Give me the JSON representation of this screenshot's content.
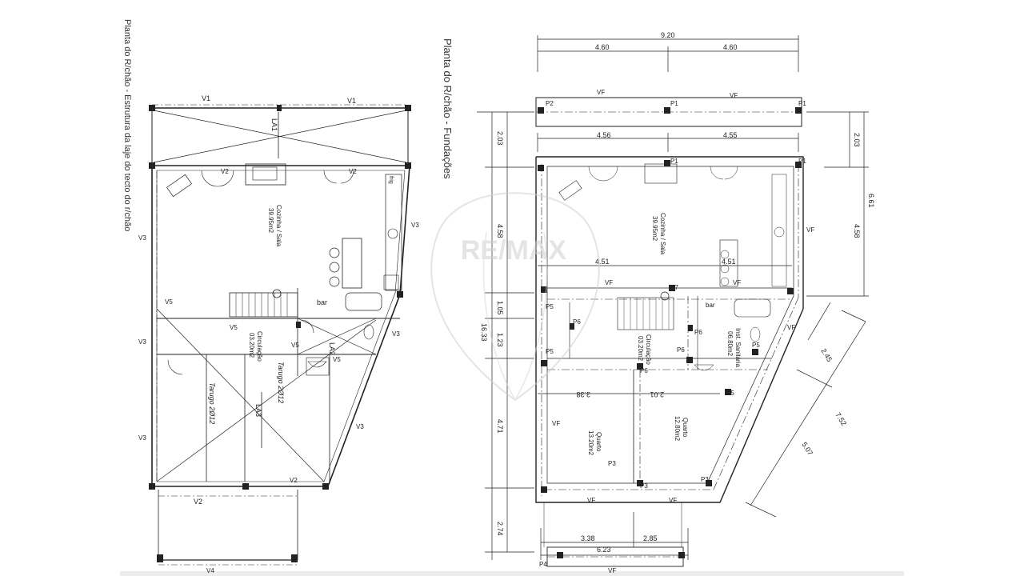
{
  "titles": {
    "left": "Planta do R/chão - Estrutura da laje do tecto do r/chão",
    "right": "Planta do R/chão - Fundações"
  },
  "watermark": {
    "text": "RE/MAX",
    "color": "#cfcfcf"
  },
  "left_plan": {
    "beams": {
      "v1": "V1",
      "v2": "V2",
      "v3": "V3",
      "v4": "V4",
      "v5": "V5"
    },
    "slabs": {
      "la1": "LA1",
      "la2": "LA2",
      "la3": "LA3"
    },
    "tarugo": "Tarugo 2Ø12",
    "rooms": {
      "sala_name": "Cozinha / Sala",
      "sala_area": "39.95m2",
      "circ_name": "Circulação",
      "circ_area": "03.20m2"
    },
    "fixtures": {
      "bar": "bar",
      "frig": "frig"
    }
  },
  "right_plan": {
    "pillars": {
      "p1": "P1",
      "p2": "P2",
      "p3": "P3",
      "p4": "P4",
      "p5": "P5",
      "p6": "P6",
      "p7": "P7"
    },
    "beam_vf": "VF",
    "rooms": {
      "sala_name": "Cozinha / Sala",
      "sala_area": "39.95m2",
      "circ_name": "Circulação",
      "circ_area": "03.20m2",
      "ws_name": "Inst. Sanitária",
      "ws_area": "06.80m2",
      "q1_name": "Quarto",
      "q1_area": "13.20m2",
      "q2_name": "Quarto",
      "q2_area": "12.80m2"
    },
    "fixtures": {
      "bar": "bar"
    },
    "dims": {
      "top_total": "9.20",
      "top_half": "4.60",
      "inner_left": "4.56",
      "inner_right": "4.55",
      "mid_left": "4.51",
      "mid_right": "4.51",
      "q_left": "3.38",
      "q_right": "2.01",
      "bot_left": "3.38",
      "bot_right": "2.85",
      "bot_total": "6.23",
      "left_total": "16.33",
      "l_203": "2.03",
      "l_458": "4.58",
      "l_105": "1.05",
      "l_123": "1.23",
      "l_471": "4.71",
      "l_274": "2.74",
      "r_203": "2.03",
      "r_458": "4.58",
      "r_661": "6.61",
      "diag_245": "2.45",
      "diag_752": "7.52",
      "diag_507": "5.07"
    }
  }
}
